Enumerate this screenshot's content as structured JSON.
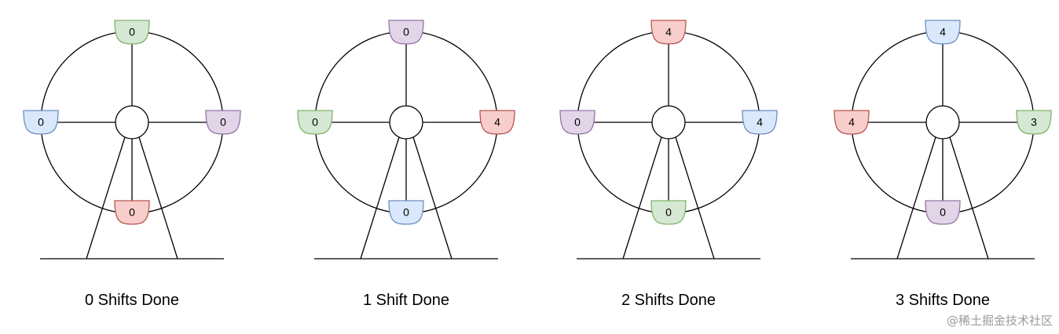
{
  "colors": {
    "green": {
      "fill": "#d5e8d4",
      "stroke": "#82b366"
    },
    "purple": {
      "fill": "#e1d5e7",
      "stroke": "#9673a6"
    },
    "blue": {
      "fill": "#dae8fc",
      "stroke": "#6c8ebf"
    },
    "red": {
      "fill": "#f8cecc",
      "stroke": "#b85450"
    }
  },
  "wheels": [
    {
      "caption": "0 Shifts Done",
      "cabins": {
        "top": {
          "value": "0",
          "color": "green"
        },
        "right": {
          "value": "0",
          "color": "purple"
        },
        "bottom": {
          "value": "0",
          "color": "red"
        },
        "left": {
          "value": "0",
          "color": "blue"
        }
      }
    },
    {
      "caption": "1 Shift Done",
      "cabins": {
        "top": {
          "value": "0",
          "color": "purple"
        },
        "right": {
          "value": "4",
          "color": "red"
        },
        "bottom": {
          "value": "0",
          "color": "blue"
        },
        "left": {
          "value": "0",
          "color": "green"
        }
      }
    },
    {
      "caption": "2 Shifts Done",
      "cabins": {
        "top": {
          "value": "4",
          "color": "red"
        },
        "right": {
          "value": "4",
          "color": "blue"
        },
        "bottom": {
          "value": "0",
          "color": "green"
        },
        "left": {
          "value": "0",
          "color": "purple"
        }
      }
    },
    {
      "caption": "3 Shifts Done",
      "cabins": {
        "top": {
          "value": "4",
          "color": "blue"
        },
        "right": {
          "value": "3",
          "color": "green"
        },
        "bottom": {
          "value": "0",
          "color": "purple"
        },
        "left": {
          "value": "4",
          "color": "red"
        }
      }
    }
  ],
  "watermark": "@稀土掘金技术社区"
}
